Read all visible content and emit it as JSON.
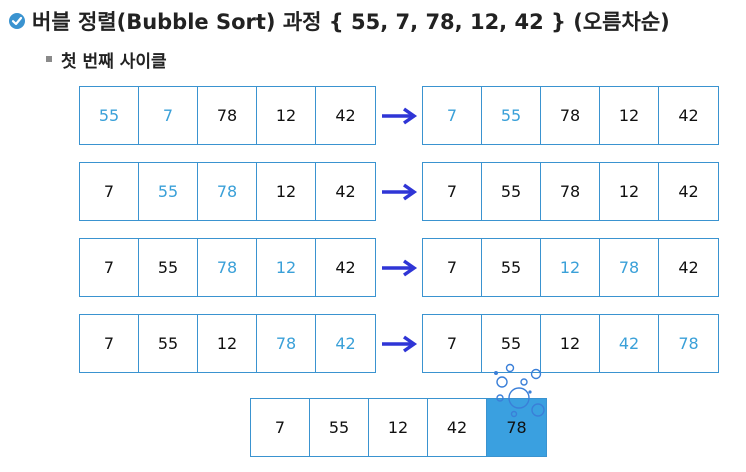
{
  "title": "버블 정렬(Bubble Sort) 과정 { 55, 7, 78, 12, 42 } (오름차순)",
  "subtitle": "첫 번째 사이클",
  "colors": {
    "highlight": "#3aa0d8",
    "border": "#3a93d0",
    "arrow": "#2f35d6",
    "sorted_fill": "#3aa0e0"
  },
  "rows": [
    {
      "before": [
        "55",
        "7",
        "78",
        "12",
        "42"
      ],
      "before_hl": [
        0,
        1
      ],
      "after": [
        "7",
        "55",
        "78",
        "12",
        "42"
      ],
      "after_hl": [
        0,
        1
      ]
    },
    {
      "before": [
        "7",
        "55",
        "78",
        "12",
        "42"
      ],
      "before_hl": [
        1,
        2
      ],
      "after": [
        "7",
        "55",
        "78",
        "12",
        "42"
      ],
      "after_hl": []
    },
    {
      "before": [
        "7",
        "55",
        "78",
        "12",
        "42"
      ],
      "before_hl": [
        2,
        3
      ],
      "after": [
        "7",
        "55",
        "12",
        "78",
        "42"
      ],
      "after_hl": [
        2,
        3
      ]
    },
    {
      "before": [
        "7",
        "55",
        "12",
        "78",
        "42"
      ],
      "before_hl": [
        3,
        4
      ],
      "after": [
        "7",
        "55",
        "12",
        "42",
        "78"
      ],
      "after_hl": [
        3,
        4
      ]
    }
  ],
  "result": {
    "values": [
      "7",
      "55",
      "12",
      "42",
      "78"
    ],
    "sorted_index": 4
  }
}
